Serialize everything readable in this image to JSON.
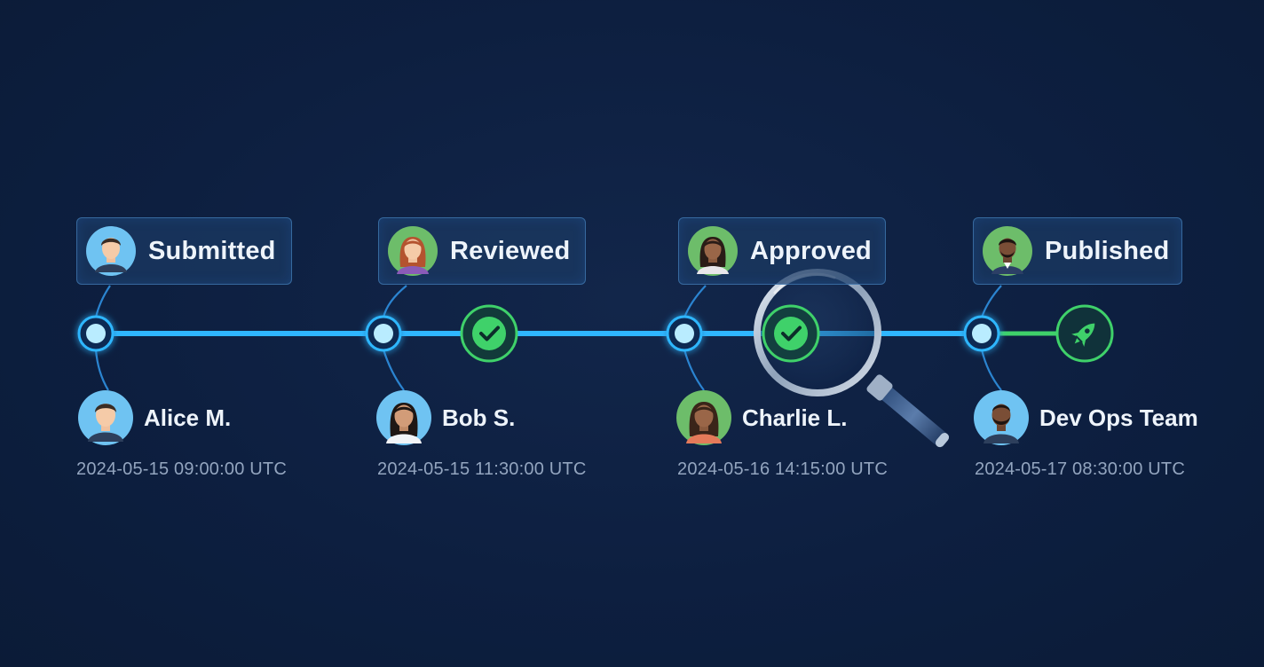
{
  "colors": {
    "background": "#0d1f40",
    "track": "#2fb6ff",
    "track_glow": "#1a8fe6",
    "final_track": "#3fd16a",
    "check": "#3fd16a",
    "label_box": "#1c3a64",
    "text": "#eef4fb",
    "timestamp": "#93a5bf"
  },
  "stages": [
    {
      "label": "Submitted",
      "label_avatar": "man-short-hair-avatar",
      "person": "Alice M.",
      "person_avatar": "man-avatar",
      "timestamp": "2024-05-15 09:00:00 UTC"
    },
    {
      "label": "Reviewed",
      "label_avatar": "woman-red-hair-avatar",
      "person": "Bob S.",
      "person_avatar": "woman-avatar",
      "timestamp": "2024-05-15 11:30:00 UTC"
    },
    {
      "label": "Approved",
      "label_avatar": "woman-avatar",
      "person": "Charlie L.",
      "person_avatar": "woman-avatar",
      "timestamp": "2024-05-16 14:15:00 UTC"
    },
    {
      "label": "Published",
      "label_avatar": "man-suit-avatar",
      "person": "Dev Ops Team",
      "person_avatar": "man-beard-avatar",
      "timestamp": "2024-05-17 08:30:00 UTC"
    }
  ],
  "milestones": [
    {
      "icon": "checkmark-icon"
    },
    {
      "icon": "checkmark-icon"
    },
    {
      "icon": "rocket-icon"
    }
  ],
  "overlay_icon": "magnifying-glass-icon"
}
